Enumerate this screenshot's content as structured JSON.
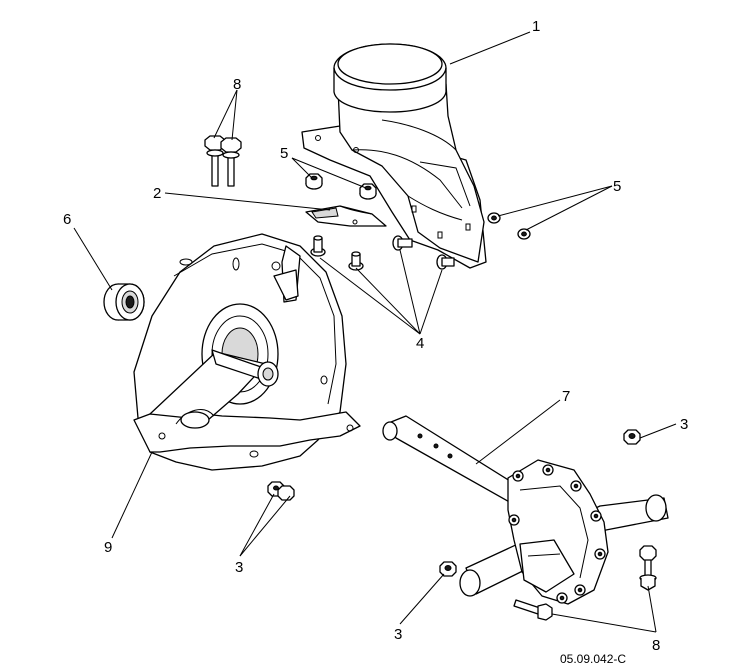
{
  "callouts": {
    "c1": "1",
    "c2": "2",
    "c3a": "3",
    "c3b": "3",
    "c3c": "3",
    "c4": "4",
    "c5a": "5",
    "c5b": "5",
    "c6": "6",
    "c7": "7",
    "c8a": "8",
    "c8b": "8",
    "c9": "9"
  },
  "drawing_code": "05.09.042-C"
}
